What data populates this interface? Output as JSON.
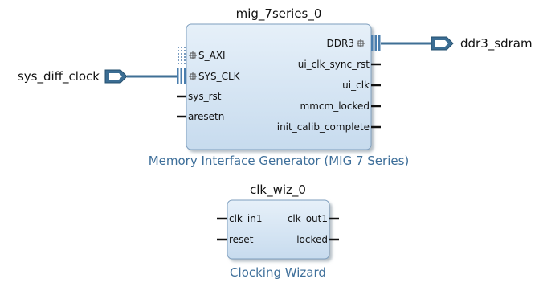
{
  "blocks": {
    "mig": {
      "instance": "mig_7series_0",
      "ip_name": "Memory Interface Generator (MIG 7 Series)",
      "ports_left": {
        "s_axi": "S_AXI",
        "sys_clk": "SYS_CLK",
        "sys_rst": "sys_rst",
        "aresetn": "aresetn"
      },
      "ports_right": {
        "ddr3": "DDR3",
        "ui_clk_sync_rst": "ui_clk_sync_rst",
        "ui_clk": "ui_clk",
        "mmcm_locked": "mmcm_locked",
        "init_calib_complete": "init_calib_complete"
      }
    },
    "clk_wiz": {
      "instance": "clk_wiz_0",
      "ip_name": "Clocking Wizard",
      "ports_left": {
        "clk_in1": "clk_in1",
        "reset": "reset"
      },
      "ports_right": {
        "clk_out1": "clk_out1",
        "locked": "locked"
      }
    }
  },
  "external_ports": {
    "sys_diff_clock": "sys_diff_clock",
    "ddr3_sdram": "ddr3_sdram"
  },
  "colors": {
    "block_fill_top": "#e3eef8",
    "block_fill_bottom": "#c9dcef",
    "block_border": "#7f9fbe",
    "wire": "#3f6f95",
    "subtitle": "#3e6f9a"
  }
}
